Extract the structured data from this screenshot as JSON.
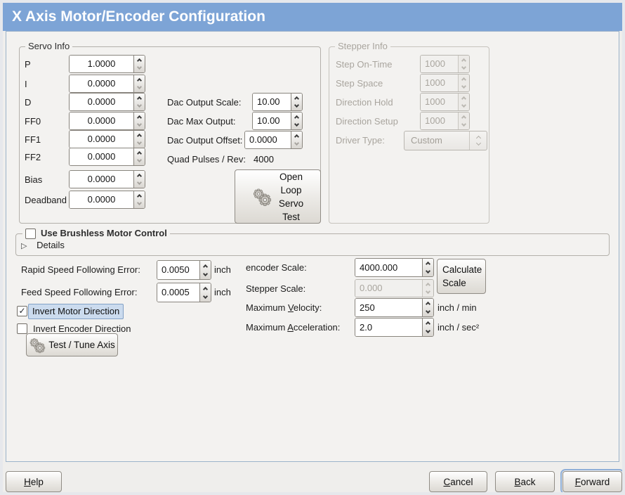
{
  "title": "X Axis Motor/Encoder Configuration",
  "colors": {
    "titlebar_blue": "#7da4d6",
    "selection_highlight": "#cbdbee"
  },
  "servo_info": {
    "legend": "Servo Info",
    "fields": [
      {
        "label": "P",
        "value": "1.0000"
      },
      {
        "label": "I",
        "value": "0.0000"
      },
      {
        "label": "D",
        "value": "0.0000"
      },
      {
        "label": "FF0",
        "value": "0.0000"
      },
      {
        "label": "FF1",
        "value": "0.0000"
      },
      {
        "label": "FF2",
        "value": "0.0000"
      },
      {
        "label": "Bias",
        "value": "0.0000"
      },
      {
        "label": "Deadband",
        "value": "0.0000"
      }
    ]
  },
  "dac": {
    "scale_label": "Dac Output Scale:",
    "scale_value": "10.00",
    "max_label": "Dac Max Output:",
    "max_value": "10.00",
    "offset_label": "Dac Output Offset:",
    "offset_value": "0.0000",
    "quad_label": "Quad Pulses / Rev:",
    "quad_value": "4000"
  },
  "open_loop_button": {
    "icon": "gears-icon",
    "lines": [
      "Open",
      "Loop",
      "Servo",
      "Test"
    ]
  },
  "stepper_info": {
    "legend": "Stepper Info",
    "fields": [
      {
        "label": "Step On-Time",
        "value": "1000"
      },
      {
        "label": "Step Space",
        "value": "1000"
      },
      {
        "label": "Direction Hold",
        "value": "1000"
      },
      {
        "label": "Direction Setup",
        "value": "1000"
      }
    ],
    "driver_type_label": "Driver Type:",
    "driver_type_value": "Custom"
  },
  "brushless": {
    "checkbox_label": "Use Brushless Motor Control",
    "checked": false,
    "details_label": "Details",
    "expander_glyph": "▷"
  },
  "following_errors": {
    "rapid_label": "Rapid Speed Following Error:",
    "rapid_value": "0.0050",
    "rapid_unit": "inch",
    "feed_label": "Feed Speed Following Error:",
    "feed_value": "0.0005",
    "feed_unit": "inch"
  },
  "direction": {
    "invert_motor_label": "Invert Motor Direction",
    "invert_motor_checked": true,
    "invert_encoder_label": "Invert Encoder Direction",
    "invert_encoder_checked": false,
    "check_glyph": "✓"
  },
  "test_tune_button": {
    "icon": "gears-icon",
    "label": "Test / Tune Axis"
  },
  "scaling": {
    "encoder_label": "encoder Scale:",
    "encoder_value": "4000.000",
    "calculate_button": "Calculate Scale",
    "stepper_label": "Stepper Scale:",
    "stepper_value": "0.000",
    "velocity_label_pre": "Maximum ",
    "velocity_label_mn": "V",
    "velocity_label_post": "elocity:",
    "velocity_value": "250",
    "velocity_unit": "inch / min",
    "accel_label_pre": "Maximum ",
    "accel_label_mn": "A",
    "accel_label_post": "cceleration:",
    "accel_value": "2.0",
    "accel_unit": "inch / sec²"
  },
  "footer": {
    "help_mn": "H",
    "help_rest": "elp",
    "cancel_mn": "C",
    "cancel_rest": "ancel",
    "back_mn": "B",
    "back_rest": "ack",
    "forward_mn": "F",
    "forward_rest": "orward"
  }
}
